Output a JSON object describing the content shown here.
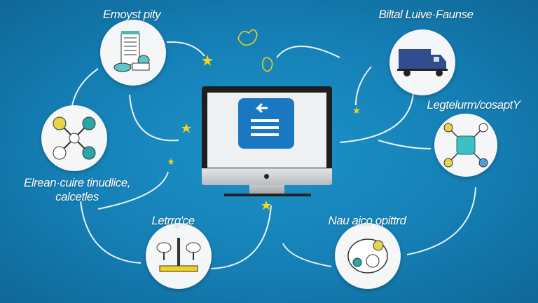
{
  "labels": {
    "top_left": "Emoyst pity",
    "top_right": "Biltal Luive·Faunse",
    "right": "Legtelurm/cosaptY",
    "left_line1": "Elrean·cuire tinudlice,",
    "left_line2": "calcetles",
    "bottom_left": "Letrrg'ce",
    "bottom_right": "Nau aico opittrd"
  },
  "colors": {
    "background": "#1680b6",
    "accent_yellow": "#f5d31c",
    "app_blue": "#1a78c2"
  }
}
